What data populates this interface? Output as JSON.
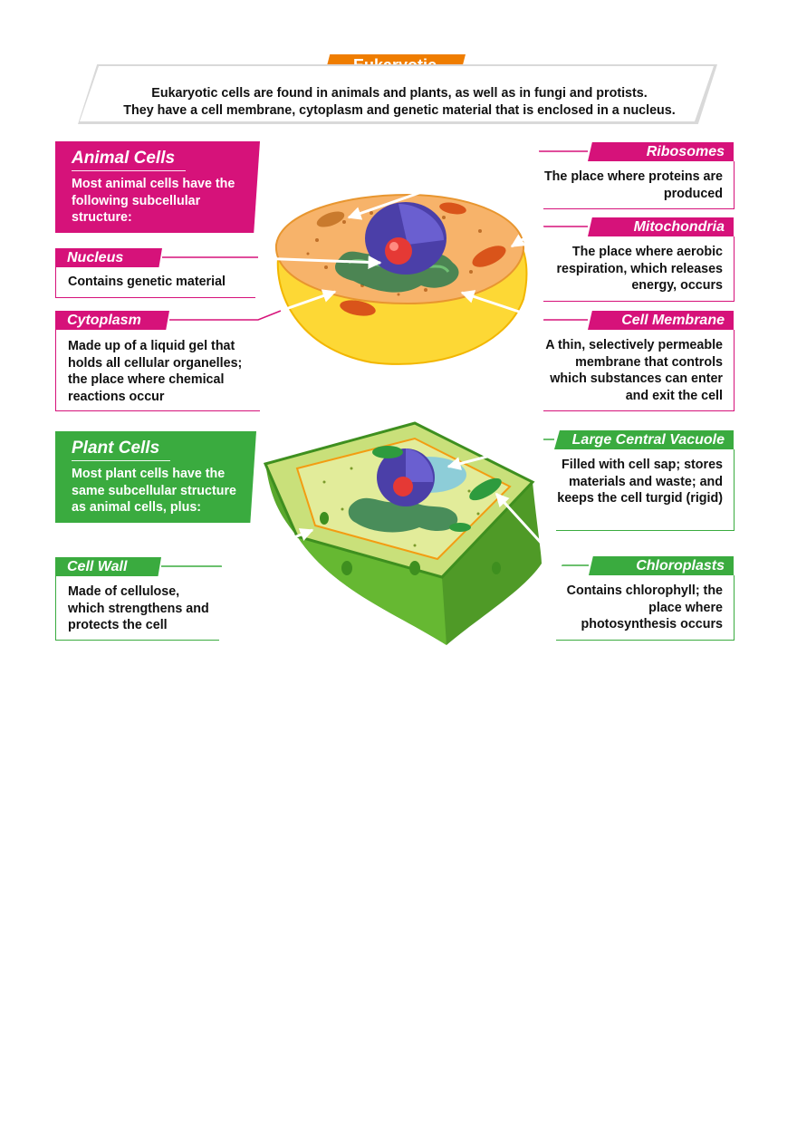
{
  "title": "Eukaryotic",
  "intro": {
    "line1": "Eukaryotic cells are found in animals and plants, as well as in fungi and protists.",
    "line2": "They have a cell membrane, cytoplasm and genetic material that is enclosed in a nucleus."
  },
  "animal": {
    "heading": "Animal Cells",
    "text": "Most animal cells have the following subcellular structure:",
    "labels": {
      "nucleus": {
        "name": "Nucleus",
        "desc": "Contains genetic material"
      },
      "cytoplasm": {
        "name": "Cytoplasm",
        "desc": "Made up of a liquid gel that holds all cellular organelles; the place where chemical reactions occur"
      },
      "ribosomes": {
        "name": "Ribosomes",
        "desc": "The place where proteins are produced"
      },
      "mitochondria": {
        "name": "Mitochondria",
        "desc": "The place where aerobic respiration, which releases energy, occurs"
      },
      "membrane": {
        "name": "Cell Membrane",
        "desc": "A thin, selectively permeable membrane that controls which substances can enter and exit the cell"
      }
    }
  },
  "plant": {
    "heading": "Plant Cells",
    "text": "Most plant cells have the same subcellular structure as animal cells, plus:",
    "labels": {
      "wall": {
        "name": "Cell Wall",
        "desc": "Made of cellulose, which strengthens and protects the cell"
      },
      "vacuole": {
        "name": "Large Central Vacuole",
        "desc": "Filled with cell sap; stores materials and waste; and keeps the cell turgid (rigid)"
      },
      "chloroplasts": {
        "name": "Chloroplasts",
        "desc": "Contains chlorophyll; the place where photosynthesis occurs"
      }
    }
  },
  "colors": {
    "accent_orange": "#ef7d00",
    "animal_pink": "#d6127a",
    "plant_green": "#3aab3f"
  }
}
